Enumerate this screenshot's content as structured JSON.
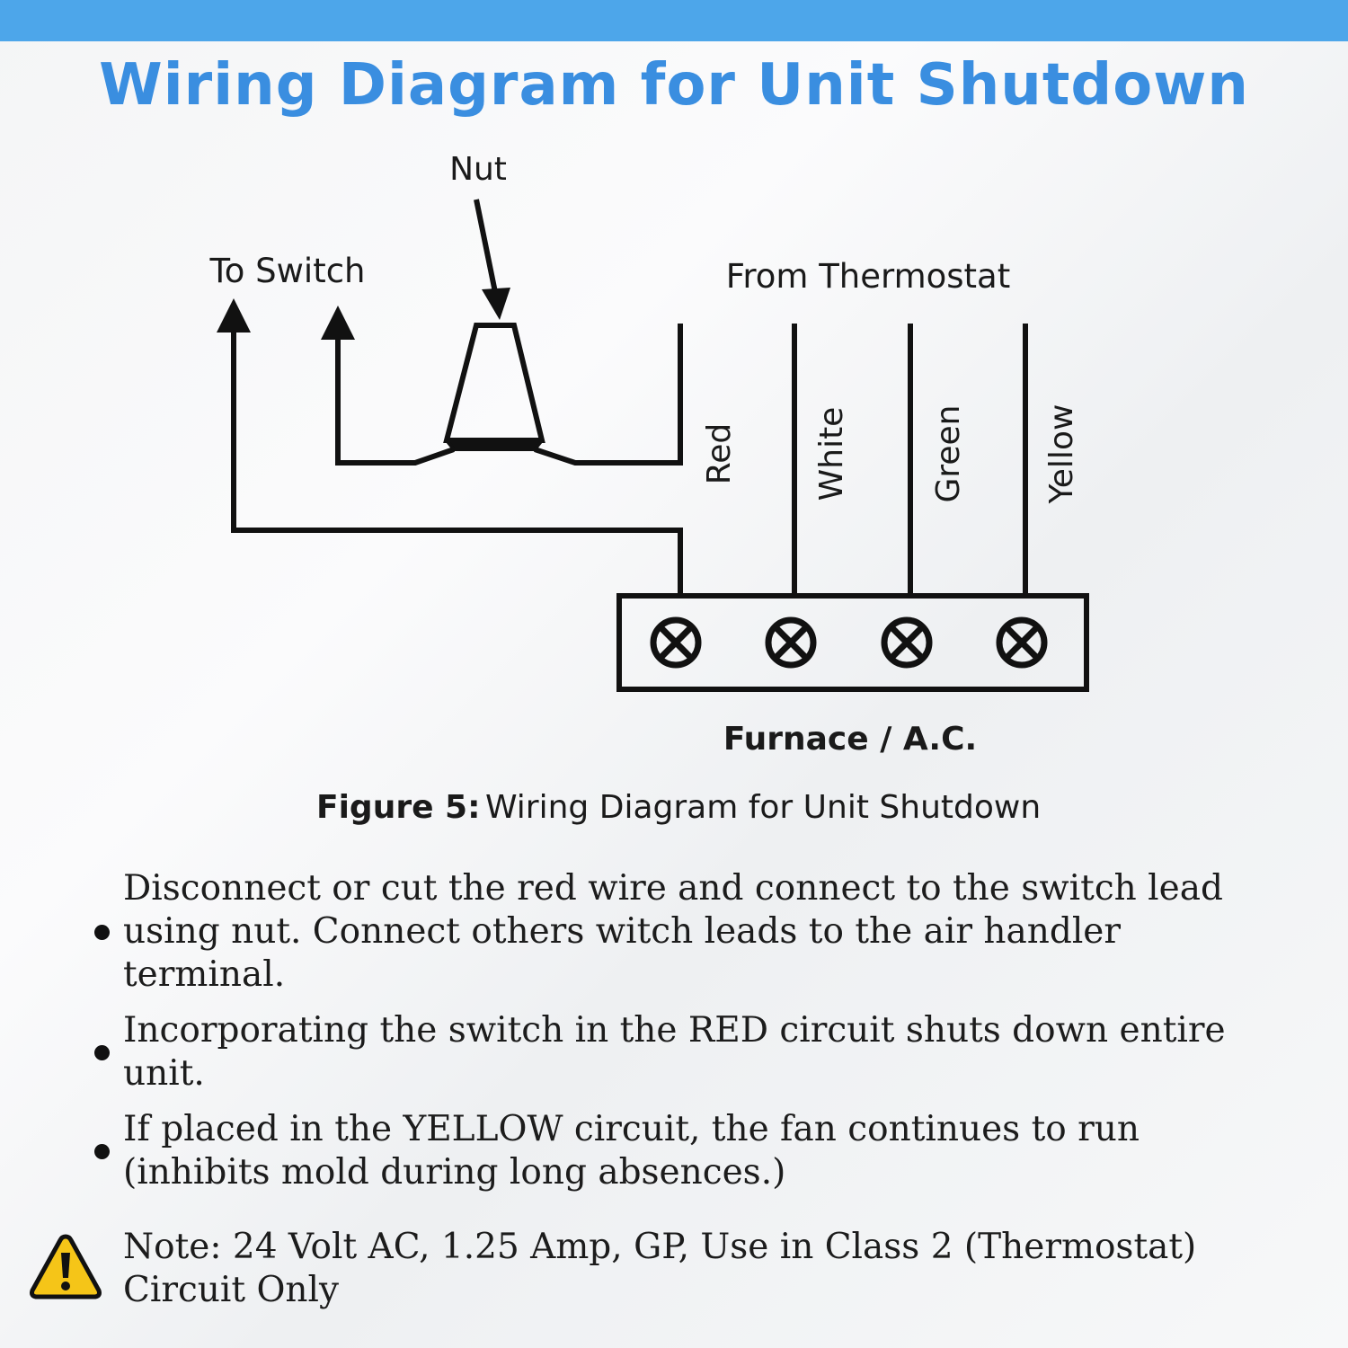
{
  "header": {
    "title": "Wiring Diagram for Unit Shutdown"
  },
  "diagram": {
    "nut_label": "Nut",
    "switch_label": "To Switch",
    "thermostat_label": "From Thermostat",
    "wires": [
      "Red",
      "White",
      "Green",
      "Yellow"
    ],
    "terminal_block_label": "Furnace / A.C.",
    "caption_prefix": "Figure 5:",
    "caption_text": "Wiring Diagram for Unit Shutdown"
  },
  "instructions": [
    "Disconnect or cut the red wire and connect to the switch lead using nut. Connect others witch leads to the air handler terminal.",
    "Incorporating the switch in the RED circuit shuts down entire unit.",
    "If placed in the YELLOW circuit, the fan continues to run (inhibits mold during long absences.)"
  ],
  "note": {
    "text": "Note: 24 Volt AC, 1.25 Amp, GP, Use in Class 2 (Thermostat) Circuit Only",
    "icon": "warning-icon",
    "icon_color": "#f5c518"
  }
}
